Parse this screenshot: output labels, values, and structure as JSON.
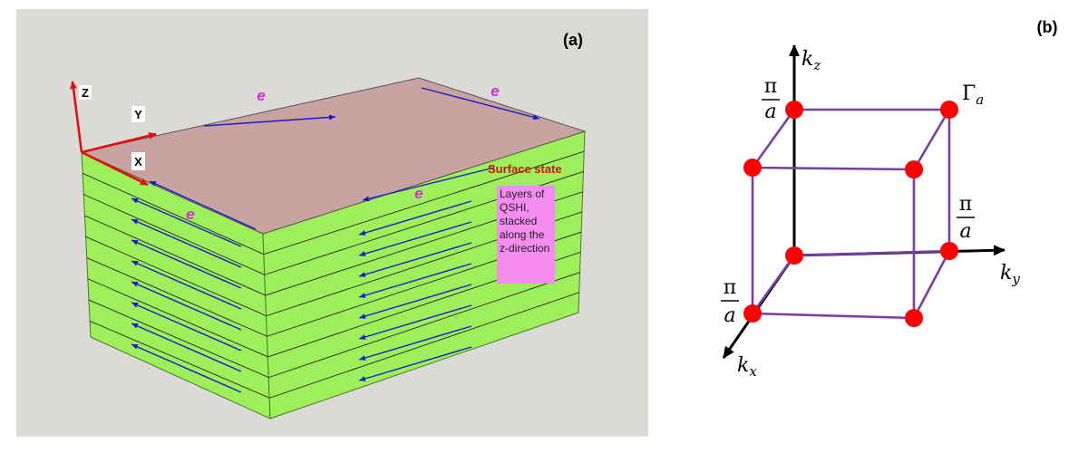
{
  "panel_a": {
    "label": "(a)",
    "axes": {
      "z": "Z",
      "y": "Y",
      "x": "X"
    },
    "electron_label": "e",
    "surface_state_label": "Surface state",
    "layers_note": "Layers of QSHI, stacked along the z-direction",
    "colors": {
      "background": "#dcdad6",
      "top_face": "#c9a3a0",
      "side_faces": "#9df05a",
      "axis_arrows": "#e01010",
      "edge_arrows": "#1a1ad0",
      "electron_label": "#d52cd5",
      "surface_state": "#d41010",
      "note_box": "#f58cf0"
    }
  },
  "panel_b": {
    "label": "(b)",
    "axis_kz": {
      "base": "k",
      "sub": "z"
    },
    "axis_ky": {
      "base": "k",
      "sub": "y"
    },
    "axis_kx": {
      "base": "k",
      "sub": "x"
    },
    "pi_over_a": {
      "numerator": "π",
      "denominator": "a"
    },
    "gamma": {
      "base": "Γ",
      "sub": "a"
    },
    "colors": {
      "cube_edges": "#7a3ea8",
      "vertices": "#ff0000",
      "axes": "#000000"
    }
  }
}
